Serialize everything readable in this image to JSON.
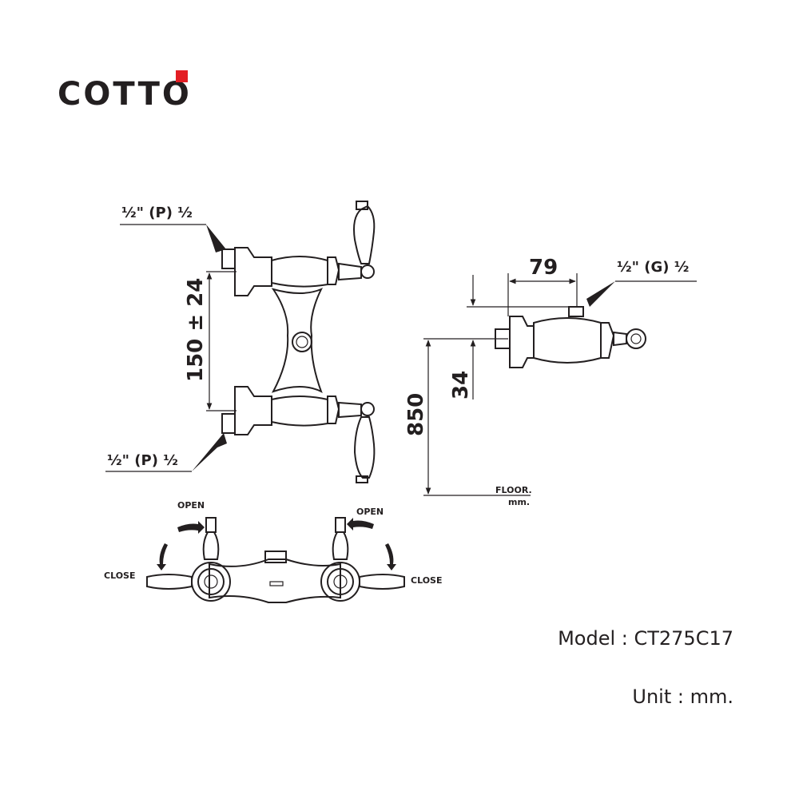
{
  "brand": {
    "name": "COTTO",
    "accent": "#e31e24"
  },
  "thread_top": "½\" (P) ½",
  "thread_bottom": "½\" (P) ½",
  "thread_side": "½\" (G) ½",
  "dims": {
    "spacing": "150 ± 24",
    "depth": "79",
    "offset": "34",
    "height": "850"
  },
  "floor_label": "FLOOR.",
  "floor_unit": "mm.",
  "labels": {
    "open_left": "OPEN",
    "open_right": "OPEN",
    "close_left": "CLOSE",
    "close_right": "CLOSE"
  },
  "model_line": "Model : CT275C17",
  "unit_line": "Unit : mm."
}
